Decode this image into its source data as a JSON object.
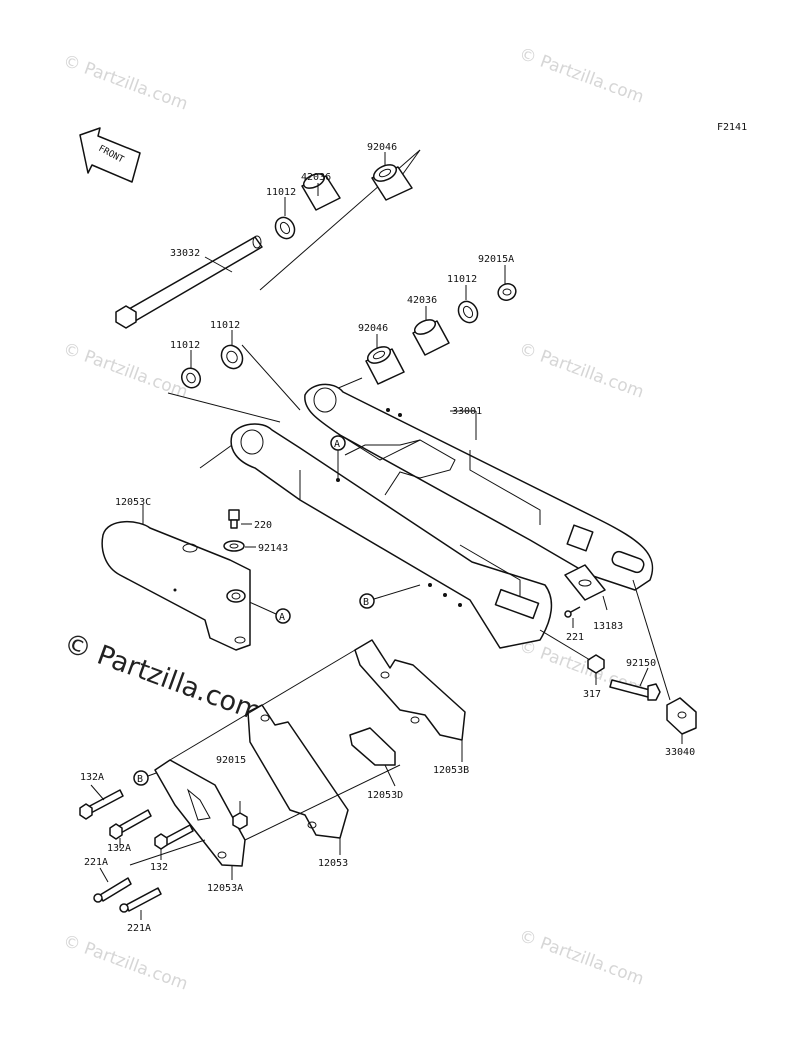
{
  "diagram_code": "F2141",
  "front_arrow_text": "FRONT",
  "watermark_text": "© Partzilla.com",
  "watermark_main": "© Partzilla.com",
  "markers": {
    "a": "A",
    "b": "B"
  },
  "labels": {
    "p92046_top": "92046",
    "p42036_top": "42036",
    "p11012_top": "11012",
    "p33032": "33032",
    "p92015A": "92015A",
    "p11012_right": "11012",
    "p42036_mid": "42036",
    "p92046_mid": "92046",
    "p11012_l1": "11012",
    "p11012_l2": "11012",
    "p33001": "33001",
    "p12053C": "12053C",
    "p220": "220",
    "p92143": "92143",
    "p221": "221",
    "p13183": "13183",
    "p92150": "92150",
    "p317": "317",
    "p33040": "33040",
    "p12053B": "12053B",
    "p12053D": "12053D",
    "p92015": "92015",
    "p12053": "12053",
    "p132A_1": "132A",
    "p132A_2": "132A",
    "p132": "132",
    "p221A_1": "221A",
    "p221A_2": "221A",
    "p12053A": "12053A"
  }
}
